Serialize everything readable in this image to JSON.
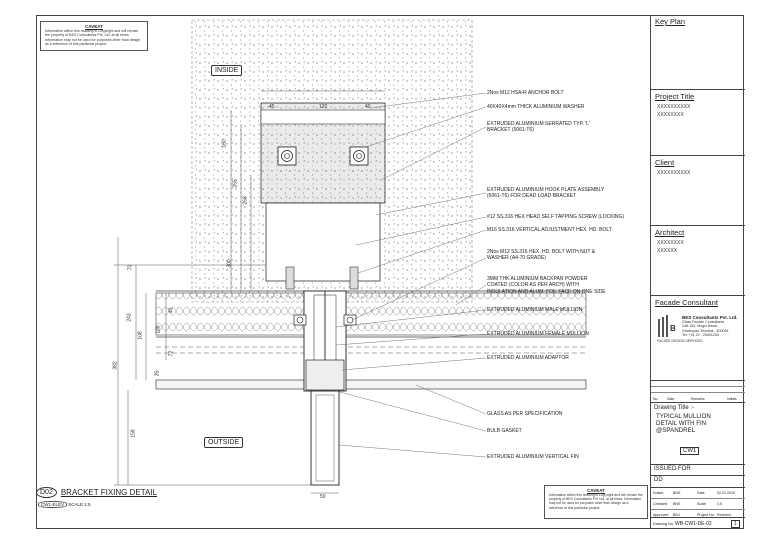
{
  "caveat_top": {
    "title": "CAVEAT",
    "text": "Information within this drawing is Copyright and will remain the property of BES Consultants Pvt. Ltd. at all times. Information may not be used for purposes other than design as a reference of this particular project."
  },
  "caveat_bottom": {
    "title": "CAVEAT",
    "text": "Information within this drawing is Copyright and will remain the property of BES Consultants Pvt. Ltd. at all times. Information may not be used for purposes other than design as a reference of this particular project."
  },
  "zone_labels": {
    "inside": "INSIDE",
    "outside": "OUTSIDE"
  },
  "dimensions": {
    "top_45": "45",
    "top_120": "120",
    "top_40": "40",
    "left_160": "160",
    "left_255": "255",
    "left_263": "263",
    "left_300": "300",
    "v_70": "70",
    "v_243": "243",
    "v_108": "108",
    "v_138": "138",
    "v_40": "40",
    "v_72": "72",
    "v_35": "35",
    "v_382": "382",
    "v_158": "158",
    "bottom_50": "50"
  },
  "callouts": [
    "2Nos M12 HSA-R ANCHOR BOLT",
    "40X40X4mm THICK ALUMINIUM WASHER",
    "EXTRUDED ALUMINIUM SERRATED TYP. 'L' BRACKET (6061-T6)",
    "EXTRUDED ALUMINIUM HOOK PLATE ASSEMBLY (6061-T6) FOR DEAD LOAD BRACKET",
    "#12 SS.316 HEX HEAD SELF TAPPING SCREW (LOCKING)",
    "M16 SS.316 VERTICAL ADJUSTMENT HEX. HD. BOLT",
    "2Nos M12 SS.316 HEX. HD. BOLT WITH NUT & WASHER (A4-70 GRADE)",
    "3MM THK ALUMINIUM BACKPAN POWDER COATED (COLOR AS PER ARCH) WITH INSULATION AND ALUM. FOIL FACE ON ONE SIDE",
    "EXTRUDED ALUMINIUM MALE MULLION",
    "EXTRUDED ALUMINIUM FEMALE MULLION",
    "EXTRUDED ALUMINIUM ADAPTOR",
    "GLASS AS PER SPECIFICATION",
    "BULB GASKET",
    "EXTRUDED ALUMINIUM VERTICAL FIN"
  ],
  "detail": {
    "code": "D02",
    "title": "BRACKET FIXING DETAIL",
    "ref": "CW1-ELEV",
    "scale": "SCALE 1:5"
  },
  "title_block": {
    "key_plan": "Key Plan",
    "project_title": "Project Title",
    "project_lines": [
      "XXXXXXXXXX",
      "XXXXXXXX"
    ],
    "client": "Client",
    "client_value": "XXXXXXXXXX",
    "architect": "Architect",
    "architect_lines": [
      "XXXXXXXX",
      "XXXXXX"
    ],
    "facade_consultant": "Facade Consultant",
    "consultant_name": "BES Consultants Pvt. Ltd.",
    "consultant_lines": [
      "Glass Facade Consultants",
      "148-150, Mogul Bazar,",
      "Ghatkopar, Mumbai - 400084",
      "Tel: +91 22 - 25001200"
    ],
    "consultant_footer": "FACADE DESIGN SERVICES",
    "rev_headers": [
      "No.",
      "Date",
      "Remarks",
      "Initials"
    ],
    "drawing_title_label": "Drawing Title :-",
    "drawing_title": [
      "TYPICAL MULLION",
      "DETAIL WITH FIN",
      "@SPANDREL"
    ],
    "drawing_code": "CW1",
    "issued_for": "ISSUED FOR",
    "issued_value": "DD",
    "rows": [
      {
        "k1": "Drawn",
        "v1": "BNS",
        "k2": "Date",
        "v2": "02.01.2019"
      },
      {
        "k1": "Checked",
        "v1": "BNS",
        "k2": "Scale",
        "v2": "1:5"
      },
      {
        "k1": "Approved",
        "v1": "BNJ",
        "k2": "Project No.",
        "v2": "Revision"
      }
    ],
    "drawing_no_label": "Drawing No.",
    "drawing_no": "WB-CW1-DE-02",
    "sheet": "1"
  }
}
